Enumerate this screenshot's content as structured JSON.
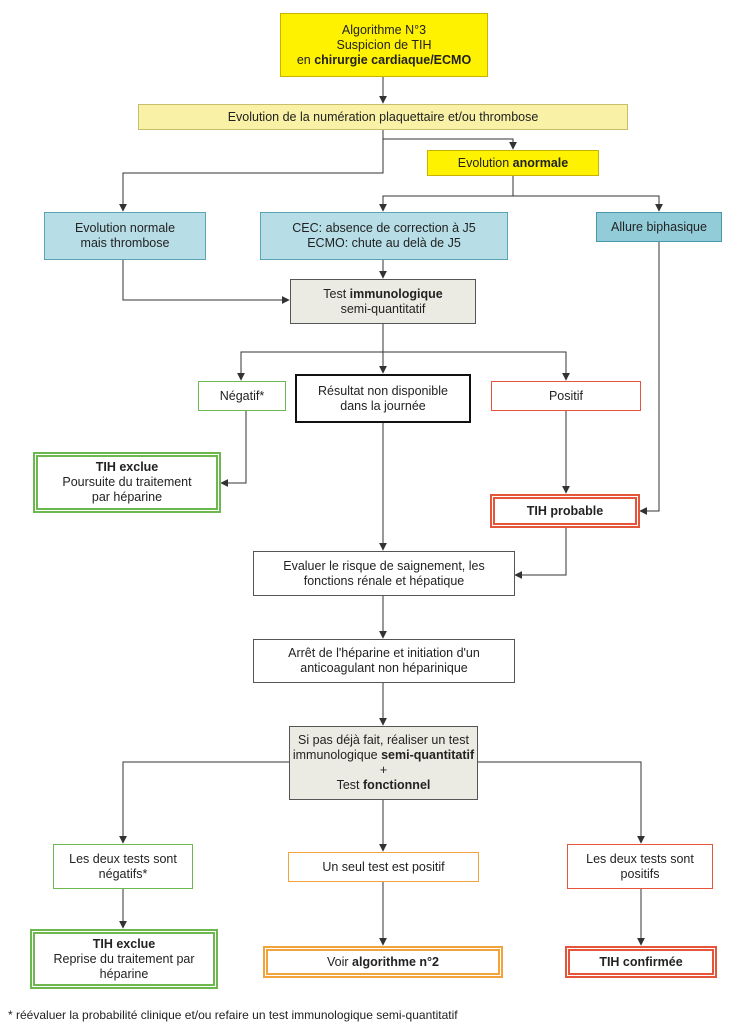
{
  "nodes": {
    "algo_title": {
      "line1": "Algorithme N°3",
      "line2": "Suspicion de TIH",
      "line3_pre": "en ",
      "line3_bold": "chirurgie cardiaque/ECMO"
    },
    "evolution_numeration": "Evolution de la numération plaquettaire et/ou thrombose",
    "evolution_anormale": {
      "pre": "Evolution ",
      "bold": "anormale"
    },
    "evolution_normale": {
      "line1": "Evolution normale",
      "line2": "mais thrombose"
    },
    "cec_ecmo": {
      "line1": "CEC: absence de correction à J5",
      "line2": "ECMO: chute au delà de J5"
    },
    "allure_biphasique": "Allure biphasique",
    "test_immuno": {
      "pre": "Test ",
      "bold": "immunologique",
      "line2": "semi-quantitatif"
    },
    "negatif": "Négatif*",
    "resultat_non_dispo": {
      "line1": "Résultat non disponible",
      "line2": "dans la journée"
    },
    "positif": "Positif",
    "tih_exclue_1": {
      "bold": "TIH exclue",
      "line2": "Poursuite du traitement",
      "line3": "par héparine"
    },
    "tih_probable": "TIH probable",
    "evaluer_risque": {
      "line1": "Evaluer le risque de saignement, les",
      "line2": "fonctions rénale et hépatique"
    },
    "arret_heparine": {
      "line1": "Arrêt de l'héparine et initiation d'un",
      "line2": "anticoagulant non héparinique"
    },
    "si_pas_fait": {
      "line1": "Si pas déjà fait, réaliser un test",
      "line2_pre": "immunologique ",
      "line2_bold": "semi-quantitatif",
      "line3": "+",
      "line4_pre": "Test ",
      "line4_bold": "fonctionnel"
    },
    "deux_negatifs": {
      "line1": "Les deux tests sont",
      "line2": "négatifs*"
    },
    "un_seul_positif": "Un seul test est positif",
    "deux_positifs": {
      "line1": "Les deux tests sont",
      "line2": "positifs"
    },
    "tih_exclue_2": {
      "bold": "TIH exclue",
      "line2": "Reprise du traitement par",
      "line3": "héparine"
    },
    "voir_algo": {
      "pre": "Voir ",
      "bold": "algorithme n°2"
    },
    "tih_confirmee": "TIH confirmée"
  },
  "footnote": "* réévaluer la probabilité clinique et/ou refaire un test immunologique semi-quantitatif"
}
